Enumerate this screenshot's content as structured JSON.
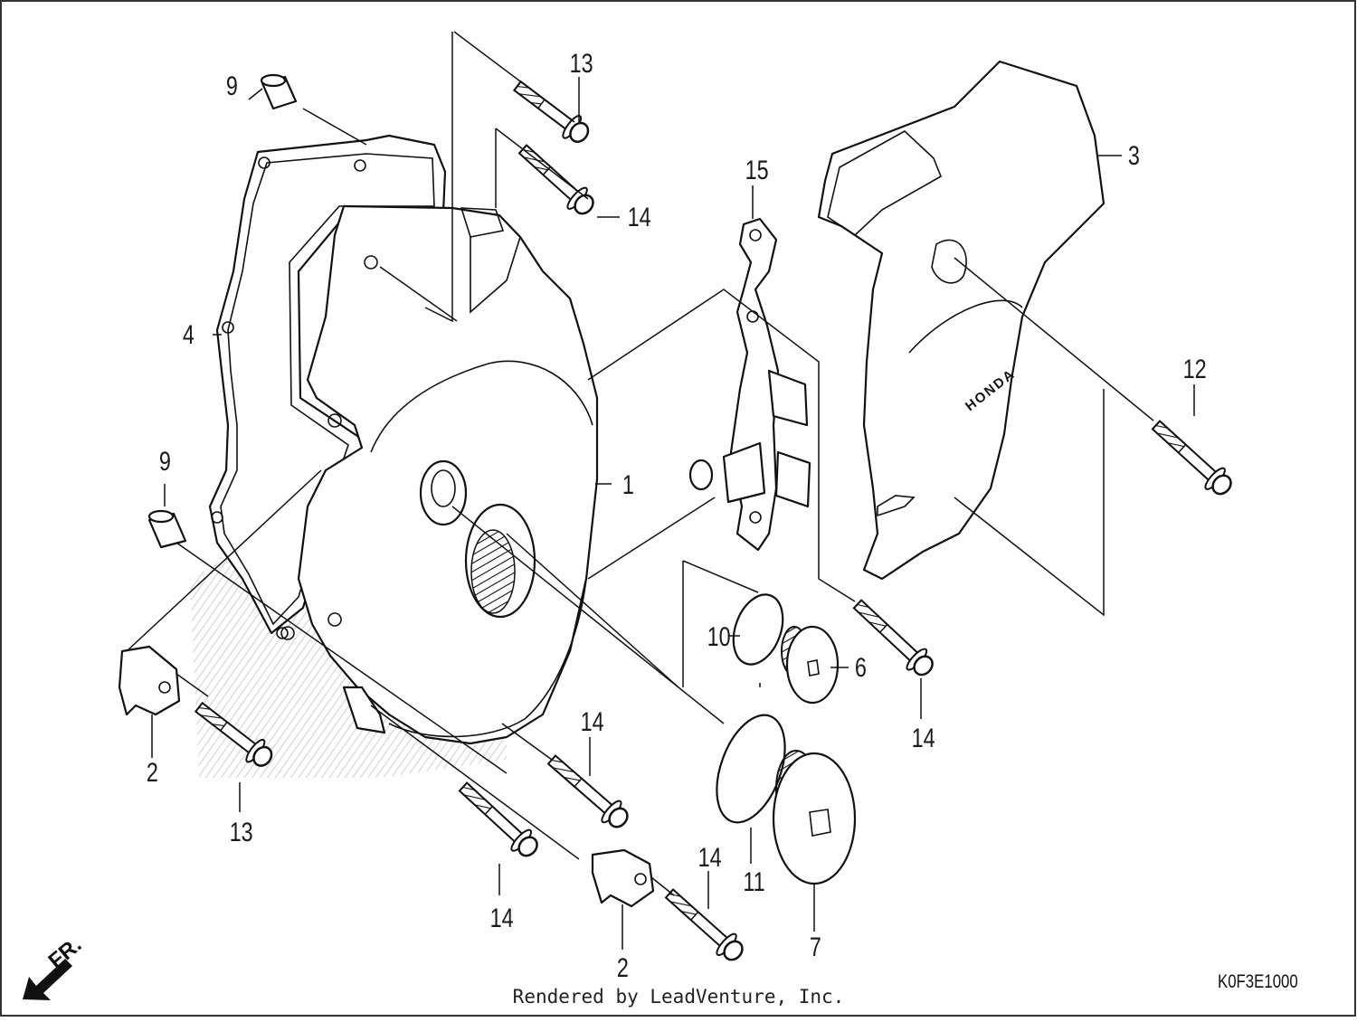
{
  "diagram": {
    "drawing_code": "K0F3E1000",
    "footer": "Rendered by LeadVenture, Inc.",
    "direction_marker": "FR.",
    "brand_mark": "HONDA",
    "callouts": [
      "1",
      "2",
      "2",
      "3",
      "4",
      "6",
      "7",
      "9",
      "9",
      "10",
      "11",
      "12",
      "13",
      "13",
      "14",
      "14",
      "14",
      "14",
      "14",
      "15"
    ]
  }
}
